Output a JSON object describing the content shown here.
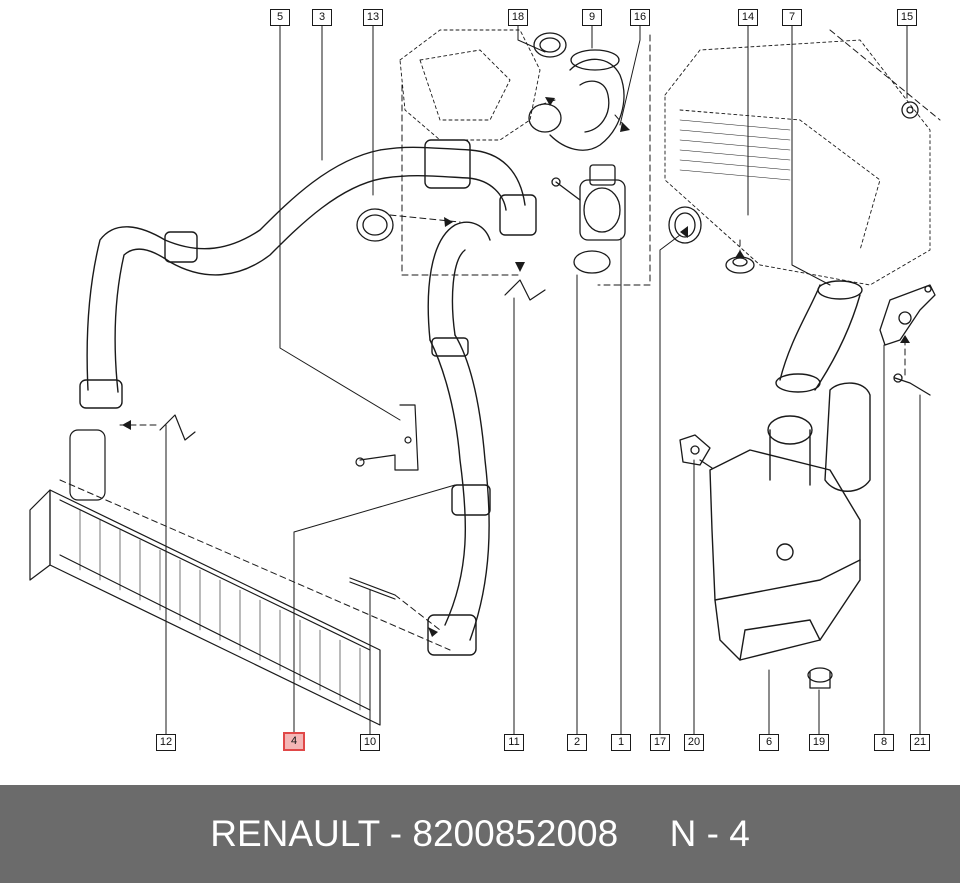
{
  "diagram": {
    "callouts": [
      "5",
      "3",
      "13",
      "18",
      "9",
      "16",
      "14",
      "7",
      "15",
      "12",
      "4",
      "10",
      "11",
      "2",
      "1",
      "17",
      "20",
      "6",
      "19",
      "8",
      "21"
    ],
    "highlighted_callout": "4",
    "highlight_color": "#e04848"
  },
  "footer": {
    "brand": "RENAULT",
    "separator": "-",
    "part_number": "8200852008",
    "position_label": "N - 4",
    "background": "#6b6b6b",
    "text_color": "#ffffff"
  }
}
